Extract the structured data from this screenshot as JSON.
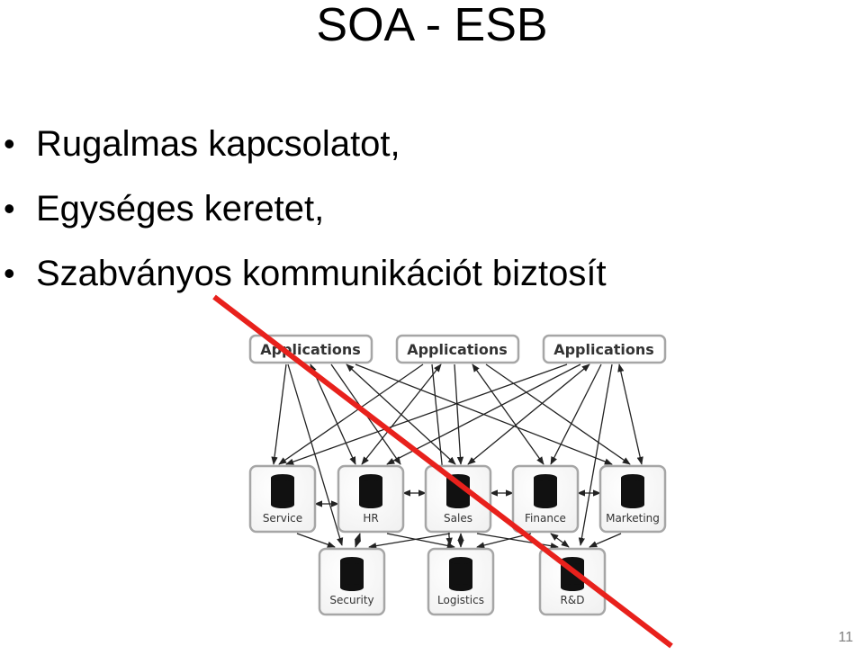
{
  "slide": {
    "title": "SOA - ESB",
    "bullets": [
      "Rugalmas kapcsolatot,",
      "Egységes keretet,",
      "Szabványos kommunikációt biztosít"
    ],
    "page_number": "11"
  },
  "diagram": {
    "applications": [
      "Applications",
      "Applications",
      "Applications"
    ],
    "databases_row1": [
      "Service",
      "HR",
      "Sales",
      "Finance",
      "Marketing"
    ],
    "databases_row2": [
      "Security",
      "Logistics",
      "R&D"
    ],
    "colors": {
      "cross_line": "#e8211c",
      "box_border": "#a6a6a6",
      "db_icon": "#111111",
      "arrow": "#222222"
    }
  }
}
